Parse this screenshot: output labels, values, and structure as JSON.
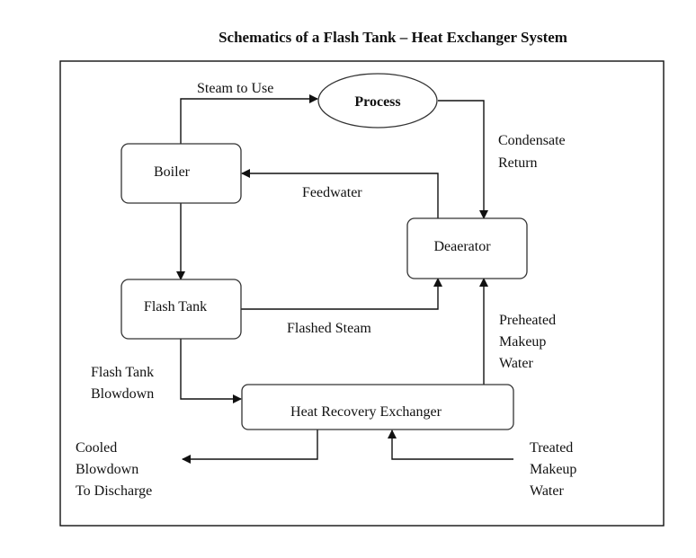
{
  "title": "Schematics of a Flash Tank – Heat Exchanger System",
  "nodes": {
    "process": "Process",
    "boiler": "Boiler",
    "deaerator": "Deaerator",
    "flash_tank": "Flash Tank",
    "heat_recovery_exchanger": "Heat Recovery Exchanger"
  },
  "edges": {
    "steam_to_use": [
      "Steam to Use"
    ],
    "condensate_return": [
      "Condensate",
      "Return"
    ],
    "feedwater": [
      "Feedwater"
    ],
    "flashed_steam": [
      "Flashed Steam"
    ],
    "preheated_makeup_water": [
      "Preheated",
      "Makeup",
      "Water"
    ],
    "flash_tank_blowdown": [
      "Flash Tank",
      "Blowdown"
    ],
    "cooled_blowdown": [
      "Cooled",
      "Blowdown",
      "To Discharge"
    ],
    "treated_makeup_water": [
      "Treated",
      "Makeup",
      "Water"
    ]
  }
}
